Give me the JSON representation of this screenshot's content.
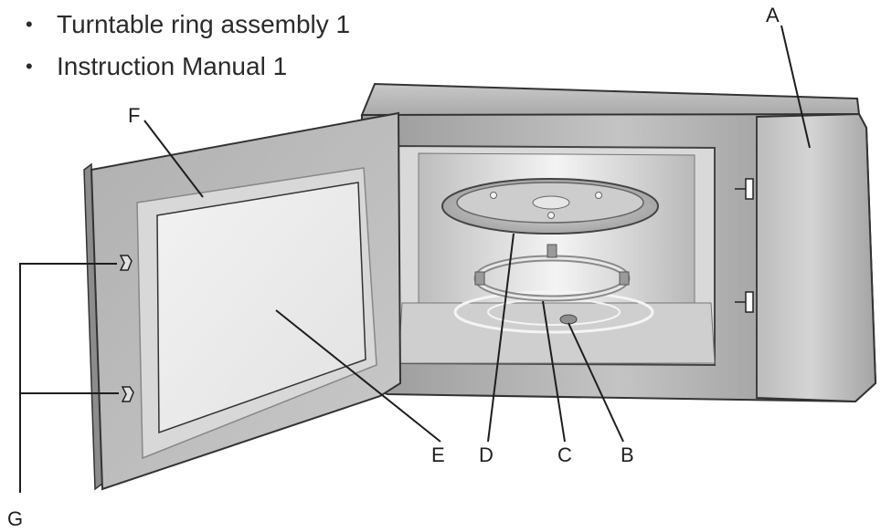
{
  "bullets": [
    {
      "text": "Turntable ring assembly 1"
    },
    {
      "text": "Instruction Manual 1"
    }
  ],
  "labels": {
    "A": "A",
    "B": "B",
    "C": "C",
    "D": "D",
    "E": "E",
    "F": "F",
    "G": "G"
  }
}
